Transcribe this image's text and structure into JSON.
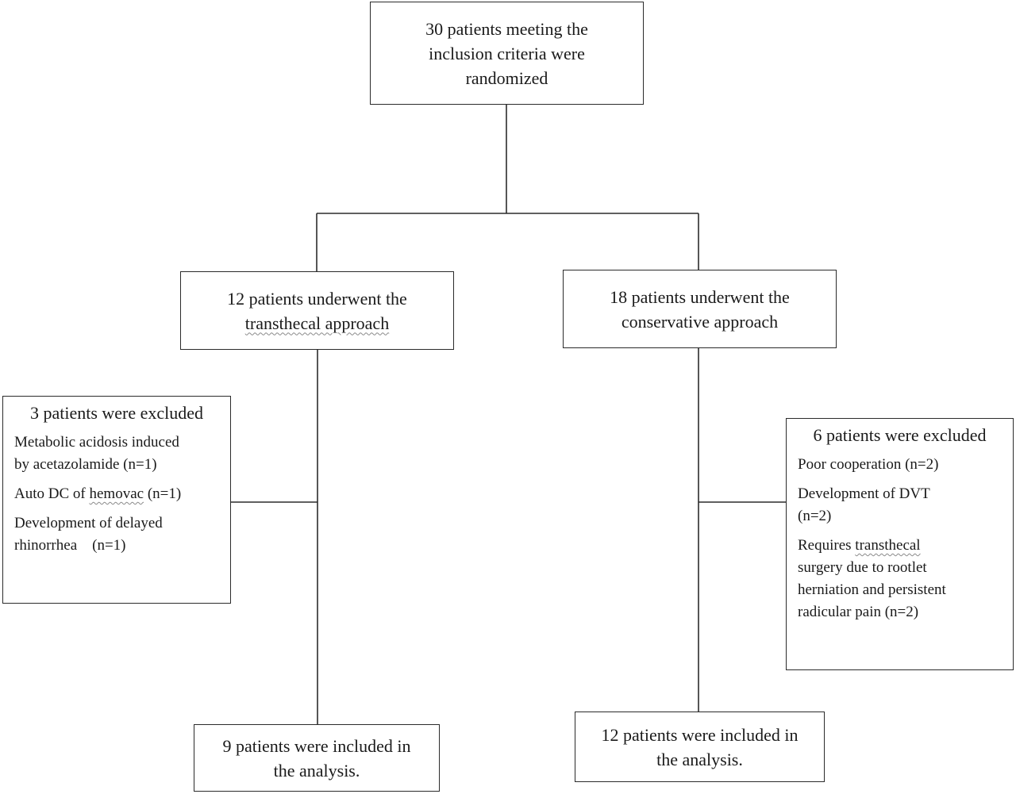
{
  "top": {
    "lines": [
      "30 patients meeting the",
      "inclusion criteria were",
      "randomized"
    ]
  },
  "left_arm": {
    "lines": [
      "12 patients underwent the",
      "transthecal approach"
    ]
  },
  "right_arm": {
    "lines": [
      "18 patients underwent the",
      "conservative approach"
    ]
  },
  "left_excluded": {
    "title": "3 patients were excluded",
    "items": [
      {
        "lines": [
          "Metabolic acidosis induced",
          "by acetazolamide (n=1)"
        ]
      },
      {
        "prefix": "Auto DC of ",
        "term": "hemovac",
        "suffix": " (n=1)"
      },
      {
        "lines": [
          "Development of delayed",
          "rhinorrhea    (n=1)"
        ]
      }
    ]
  },
  "right_excluded": {
    "title": "6 patients were excluded",
    "items": [
      {
        "lines": [
          "Poor cooperation (n=2)"
        ]
      },
      {
        "lines": [
          "Development of DVT",
          "(n=2)"
        ]
      },
      {
        "prefix": "Requires ",
        "term": "transthecal",
        "lines": [
          "surgery due to rootlet",
          "herniation and persistent",
          "radicular pain (n=2)"
        ]
      }
    ]
  },
  "left_final": {
    "lines": [
      "9 patients were included in",
      "the analysis."
    ]
  },
  "right_final": {
    "lines": [
      "12 patients were included in",
      "the analysis."
    ]
  }
}
